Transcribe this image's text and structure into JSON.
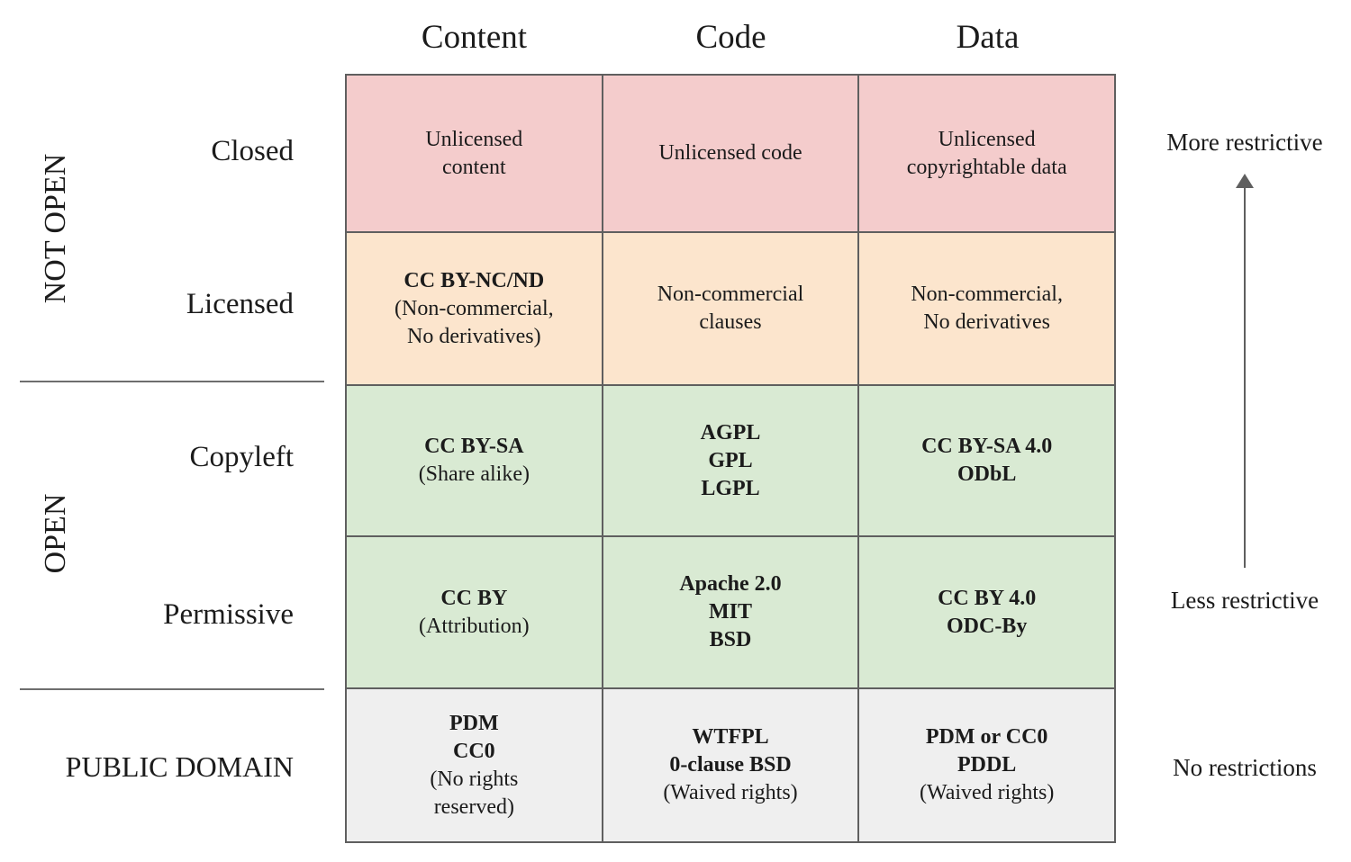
{
  "diagram": {
    "column_headers": [
      "Content",
      "Code",
      "Data"
    ],
    "group_labels": {
      "not_open": "NOT OPEN",
      "open": "OPEN"
    },
    "row_labels": {
      "closed": "Closed",
      "licensed": "Licensed",
      "copyleft": "Copyleft",
      "permissive": "Permissive",
      "public_domain": "PUBLIC DOMAIN"
    },
    "grid": {
      "rows": [
        {
          "name": "closed",
          "bg": "#f4cccc",
          "cells": [
            {
              "lines": [
                {
                  "t": "Unlicensed",
                  "b": false
                },
                {
                  "t": "content",
                  "b": false
                }
              ]
            },
            {
              "lines": [
                {
                  "t": "Unlicensed code",
                  "b": false
                }
              ]
            },
            {
              "lines": [
                {
                  "t": "Unlicensed",
                  "b": false
                },
                {
                  "t": "copyrightable data",
                  "b": false
                }
              ]
            }
          ]
        },
        {
          "name": "licensed",
          "bg": "#fce5cd",
          "cells": [
            {
              "lines": [
                {
                  "t": "CC BY-NC/ND",
                  "b": true
                },
                {
                  "t": "(Non-commercial,",
                  "b": false
                },
                {
                  "t": "No derivatives)",
                  "b": false
                }
              ]
            },
            {
              "lines": [
                {
                  "t": "Non-commercial",
                  "b": false
                },
                {
                  "t": "clauses",
                  "b": false
                }
              ]
            },
            {
              "lines": [
                {
                  "t": "Non-commercial,",
                  "b": false
                },
                {
                  "t": "No derivatives",
                  "b": false
                }
              ]
            }
          ]
        },
        {
          "name": "copyleft",
          "bg": "#d9ead3",
          "cells": [
            {
              "lines": [
                {
                  "t": "CC BY-SA",
                  "b": true
                },
                {
                  "t": "(Share alike)",
                  "b": false
                }
              ]
            },
            {
              "lines": [
                {
                  "t": "AGPL",
                  "b": true
                },
                {
                  "t": "GPL",
                  "b": true
                },
                {
                  "t": "LGPL",
                  "b": true
                }
              ]
            },
            {
              "lines": [
                {
                  "t": "CC BY-SA 4.0",
                  "b": true
                },
                {
                  "t": "ODbL",
                  "b": true
                }
              ]
            }
          ]
        },
        {
          "name": "permissive",
          "bg": "#d9ead3",
          "cells": [
            {
              "lines": [
                {
                  "t": "CC BY",
                  "b": true
                },
                {
                  "t": "(Attribution)",
                  "b": false
                }
              ]
            },
            {
              "lines": [
                {
                  "t": "Apache 2.0",
                  "b": true
                },
                {
                  "t": "MIT",
                  "b": true
                },
                {
                  "t": "BSD",
                  "b": true
                }
              ]
            },
            {
              "lines": [
                {
                  "t": "CC BY 4.0",
                  "b": true
                },
                {
                  "t": "ODC-By",
                  "b": true
                }
              ]
            }
          ]
        },
        {
          "name": "public_domain",
          "bg": "#efefef",
          "cells": [
            {
              "lines": [
                {
                  "t": "PDM",
                  "b": true
                },
                {
                  "t": "CC0",
                  "b": true
                },
                {
                  "t": "(No rights",
                  "b": false
                },
                {
                  "t": "reserved)",
                  "b": false
                }
              ]
            },
            {
              "lines": [
                {
                  "t": "WTFPL",
                  "b": true
                },
                {
                  "t": "0-clause BSD",
                  "b": true
                },
                {
                  "t": "(Waived rights)",
                  "b": false
                }
              ]
            },
            {
              "lines": [
                {
                  "t": "PDM or CC0",
                  "b": true
                },
                {
                  "t": "PDDL",
                  "b": true
                },
                {
                  "t": "(Waived rights)",
                  "b": false
                }
              ]
            }
          ]
        }
      ]
    },
    "scale": {
      "more": "More restrictive",
      "less": "Less restrictive",
      "none": "No restrictions"
    },
    "colors": {
      "closed_bg": "#f4cccc",
      "licensed_bg": "#fce5cd",
      "open_bg": "#d9ead3",
      "public_domain_bg": "#efefef",
      "grid_line": "#5f5f5f",
      "arrow": "#5f5f5f",
      "text": "#1b1b1b"
    }
  }
}
